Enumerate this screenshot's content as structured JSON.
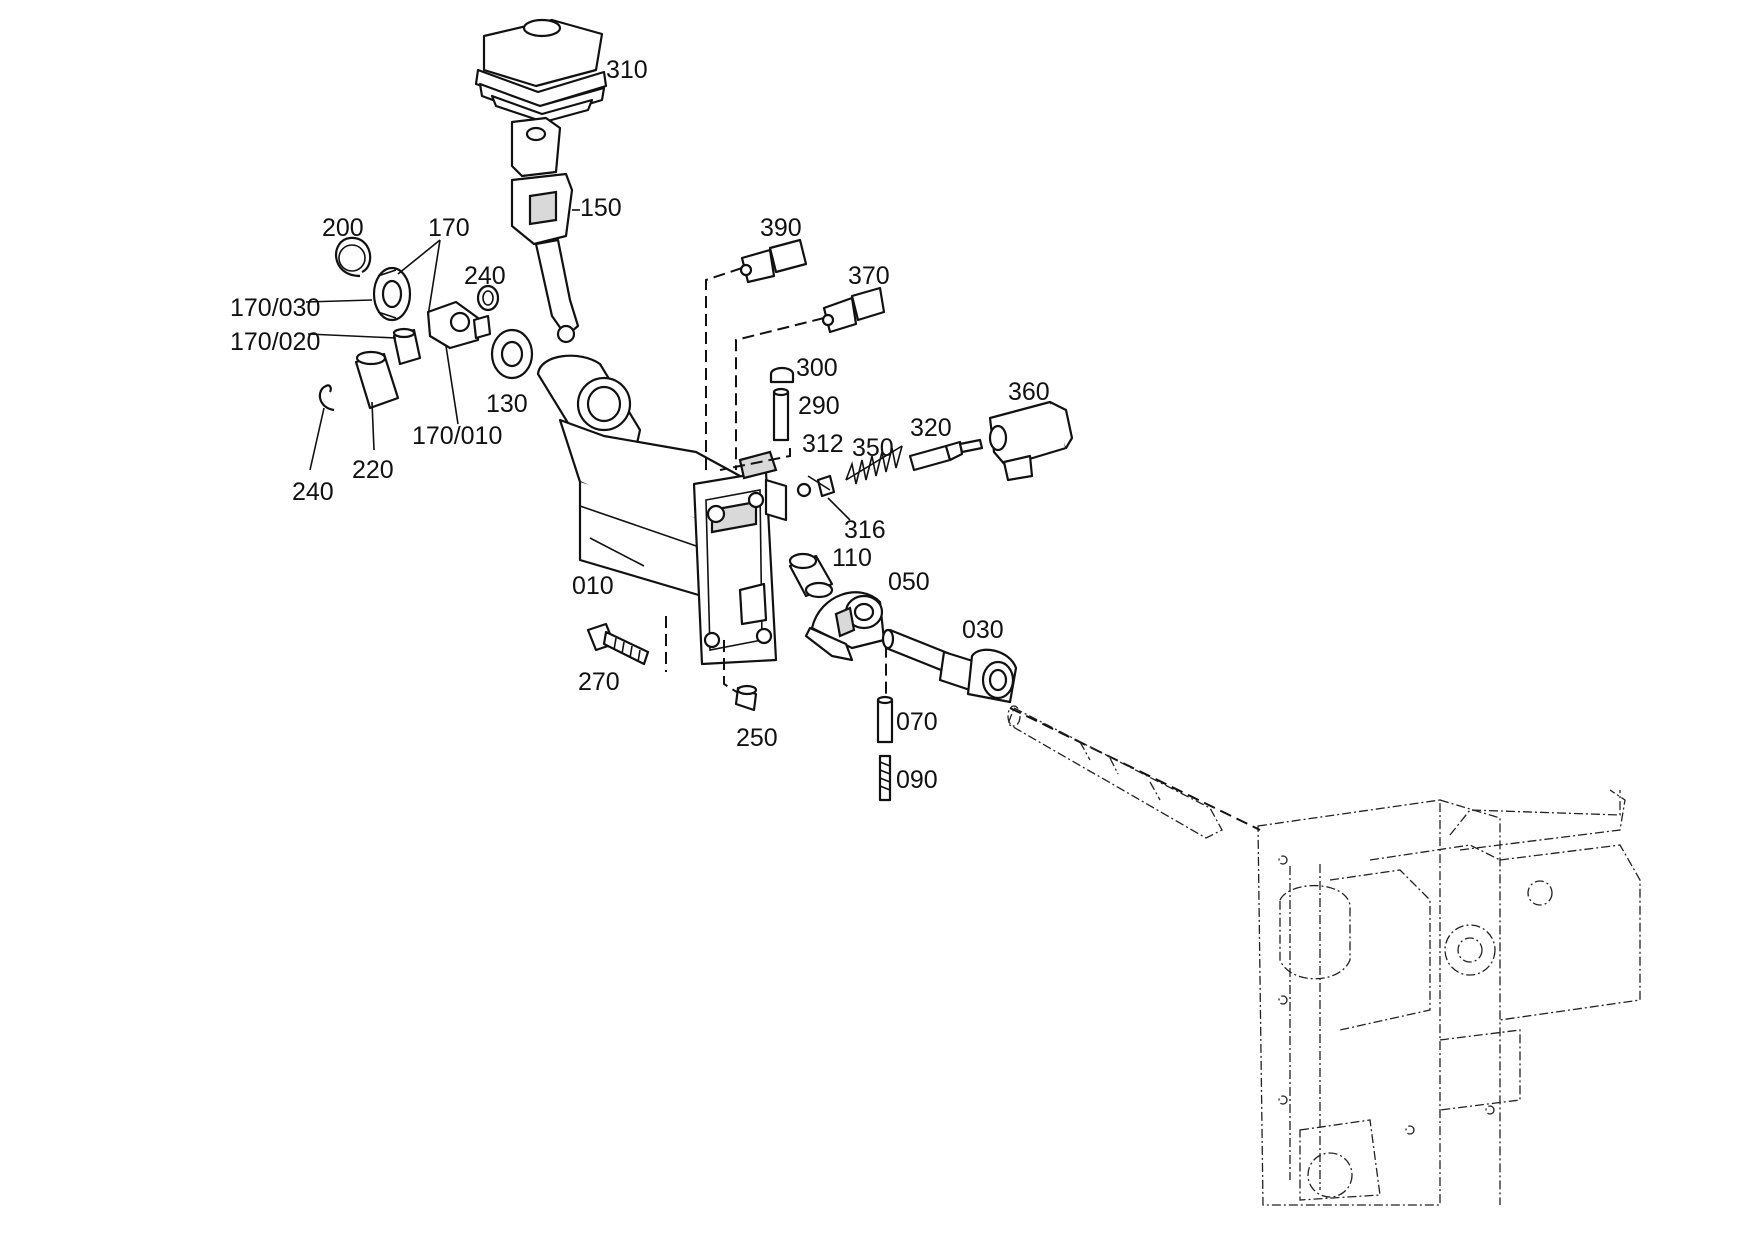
{
  "callouts": {
    "c310": "310",
    "c150": "150",
    "c200": "200",
    "c170": "170",
    "c240a": "240",
    "c170_030": "170/030",
    "c170_020": "170/020",
    "c130": "130",
    "c170_010": "170/010",
    "c220": "220",
    "c240b": "240",
    "c390": "390",
    "c370": "370",
    "c300": "300",
    "c290": "290",
    "c312": "312",
    "c350": "350",
    "c320": "320",
    "c360": "360",
    "c316": "316",
    "c110": "110",
    "c050": "050",
    "c010": "010",
    "c030": "030",
    "c270": "270",
    "c250": "250",
    "c070": "070",
    "c090": "090"
  }
}
